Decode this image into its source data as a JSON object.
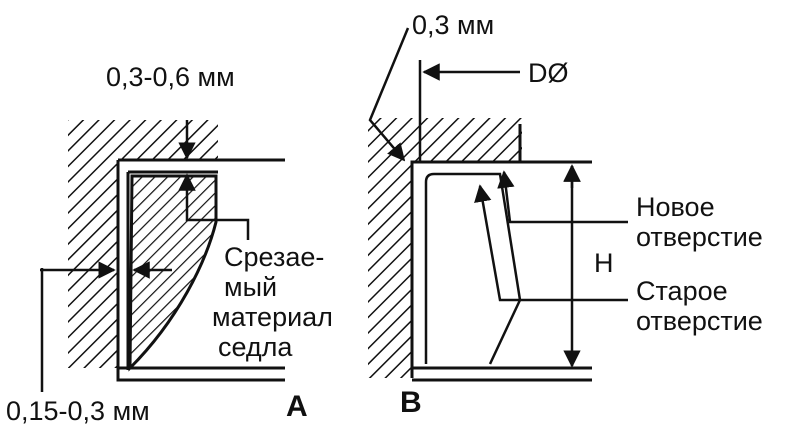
{
  "figure_a": {
    "label_top": "0,3-0,6 мм",
    "label_cut_1": "Срезае-",
    "label_cut_2": "мый",
    "label_cut_3": "материал",
    "label_cut_4": "седла",
    "label_bottom": "0,15-0,3 мм",
    "caption": "A"
  },
  "figure_b": {
    "label_chamfer": "0,3 мм",
    "label_diameter": "DØ",
    "label_h": "H",
    "label_new_1": "Новое",
    "label_new_2": "отверстие",
    "label_old_1": "Старое",
    "label_old_2": "отверстие",
    "caption": "B"
  },
  "colors": {
    "ink": "#111111",
    "paper": "#ffffff"
  }
}
